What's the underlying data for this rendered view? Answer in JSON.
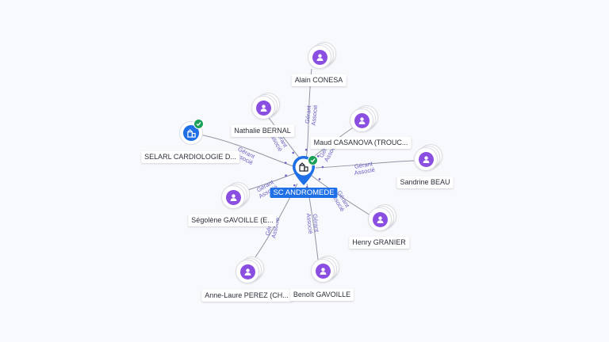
{
  "center": {
    "name": "SC ANDROMEDE",
    "icon": "building-icon",
    "status_icon": "check-icon"
  },
  "edge_labels": {
    "line1": "Gérant",
    "line2": "Associé"
  },
  "nodes": [
    {
      "id": "alain",
      "name": "Alain CONESA",
      "kind": "person",
      "icon": "person-icon"
    },
    {
      "id": "nathalie",
      "name": "Nathalie BERNAL",
      "kind": "person",
      "icon": "person-icon"
    },
    {
      "id": "selarl",
      "name": "SELARL CARDIOLOGIE D...",
      "kind": "company",
      "icon": "building-icon",
      "status_icon": "check-icon"
    },
    {
      "id": "maud",
      "name": "Maud CASANOVA (TROUC...",
      "kind": "person",
      "icon": "person-icon"
    },
    {
      "id": "sandrine",
      "name": "Sandrine BEAU",
      "kind": "person",
      "icon": "person-icon"
    },
    {
      "id": "segolene",
      "name": "Ségolène GAVOILLE (E...",
      "kind": "person",
      "icon": "person-icon"
    },
    {
      "id": "henry",
      "name": "Henry GRANIER",
      "kind": "person",
      "icon": "person-icon"
    },
    {
      "id": "annelaure",
      "name": "Anne-Laure PEREZ (CH...",
      "kind": "person",
      "icon": "person-icon"
    },
    {
      "id": "benoit",
      "name": "Benoît GAVOILLE",
      "kind": "person",
      "icon": "person-icon"
    }
  ],
  "colors": {
    "person_icon": "#8a4fe0",
    "company_icon": "#1f6fe6",
    "check_badge": "#1aa058",
    "edge": "#8f95a3",
    "edge_label": "#6a63c4",
    "central_label_bg": "#1f6fe6"
  }
}
